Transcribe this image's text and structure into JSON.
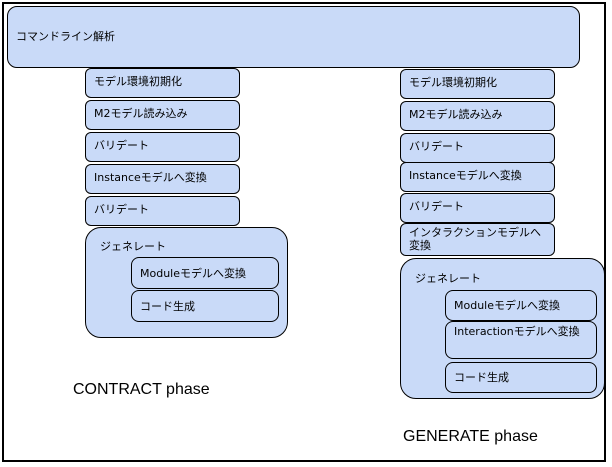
{
  "header": {
    "label": "コマンドライン解析"
  },
  "contract": {
    "steps": [
      "モデル環境初期化",
      "M2モデル読み込み",
      "バリデート",
      "Instanceモデルへ変換",
      "バリデート"
    ],
    "generate_group": {
      "title": "ジェネレート",
      "items": [
        "Moduleモデルへ変換",
        "コード生成"
      ]
    },
    "phase_label": "CONTRACT phase"
  },
  "generate": {
    "steps": [
      "モデル環境初期化",
      "M2モデル読み込み",
      "バリデート",
      "Instanceモデルへ変換",
      "バリデート",
      "インタラクションモデルへ変換"
    ],
    "generate_group": {
      "title": "ジェネレート",
      "items": [
        "Moduleモデルへ変換",
        "Interactionモデルへ変換",
        "コード生成"
      ]
    },
    "phase_label": "GENERATE phase"
  }
}
